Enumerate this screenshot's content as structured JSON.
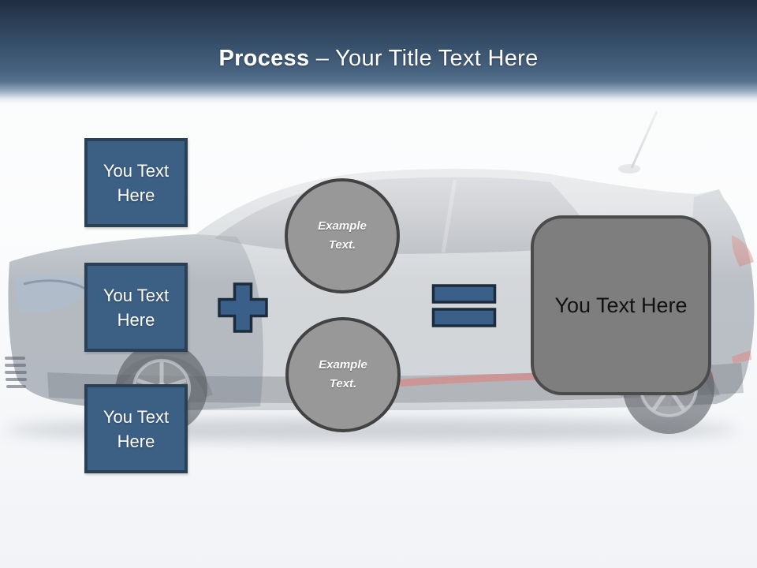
{
  "title": {
    "bold": "Process",
    "separator": " – ",
    "rest": "Your Title Text Here"
  },
  "boxes": [
    {
      "label": "You Text Here"
    },
    {
      "label": "You Text Here"
    },
    {
      "label": "You Text Here"
    }
  ],
  "circles": [
    {
      "label": "Example Text."
    },
    {
      "label": "Example Text."
    }
  ],
  "result": {
    "label": "You Text Here"
  },
  "icons": {
    "plus": "plus-sign",
    "equals": "equals-sign",
    "background": "car-side-photo"
  },
  "colors": {
    "header_navy": "#202d40",
    "accent_blue": "#3c5f84",
    "box_border": "#2a4056",
    "operator_blue": "#3a5f88",
    "operator_border": "#1d2c3c",
    "circle_gray": "#989898",
    "circle_border": "#424242",
    "result_gray": "#7e7e7e",
    "result_border": "#4b4b4b",
    "stripe_red": "#e4574e"
  }
}
